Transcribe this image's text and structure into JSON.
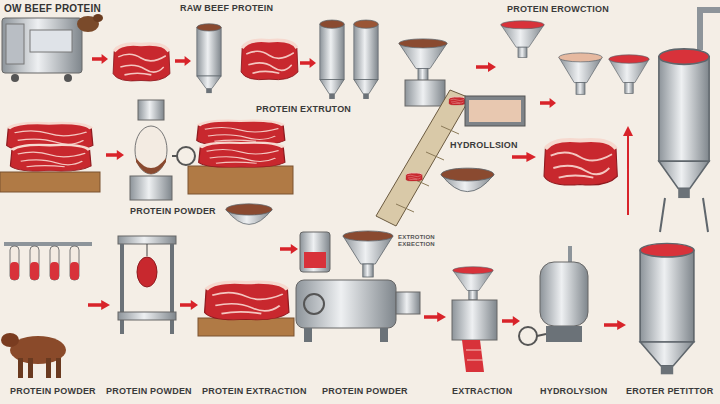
{
  "diagram": {
    "title": "OW BEEF PROTEIN",
    "labels": [
      "RAW BEEF PROTEIN",
      "PROTEIN EROWCTION",
      "PROTEIN EXTRUTON",
      "HYDROLLSION",
      "PROTEIN POWDER",
      "EXTROTION EXBECTION",
      "PROTEIN POWDER",
      "PROTEIN POWDEN",
      "PROTEIN EXTRACTION",
      "PROTEIN POWDER",
      "EXTRACTION",
      "HYDROLYSION",
      "EROTER PETITTOR"
    ]
  }
}
